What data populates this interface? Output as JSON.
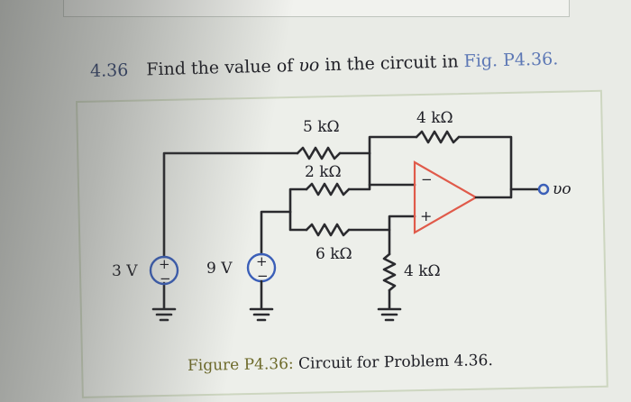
{
  "problem": {
    "number": "4.36",
    "text": "Find the value of",
    "variable": "υo",
    "text_after": "in the circuit in",
    "figure_ref": "Fig. P4.36."
  },
  "circuit": {
    "r_top": "5 kΩ",
    "r_feedback": "4 kΩ",
    "r_mid": "2 kΩ",
    "r_bottom": "6 kΩ",
    "r_ground": "4 kΩ",
    "source1": "3 V",
    "source2": "9 V",
    "plus": "+",
    "minus": "−",
    "output": "υo"
  },
  "caption": {
    "label": "Figure P4.36:",
    "text": "Circuit for Problem 4.36."
  },
  "colors": {
    "source_blue": "#3b5fb8",
    "opamp_red": "#e05a4a"
  }
}
